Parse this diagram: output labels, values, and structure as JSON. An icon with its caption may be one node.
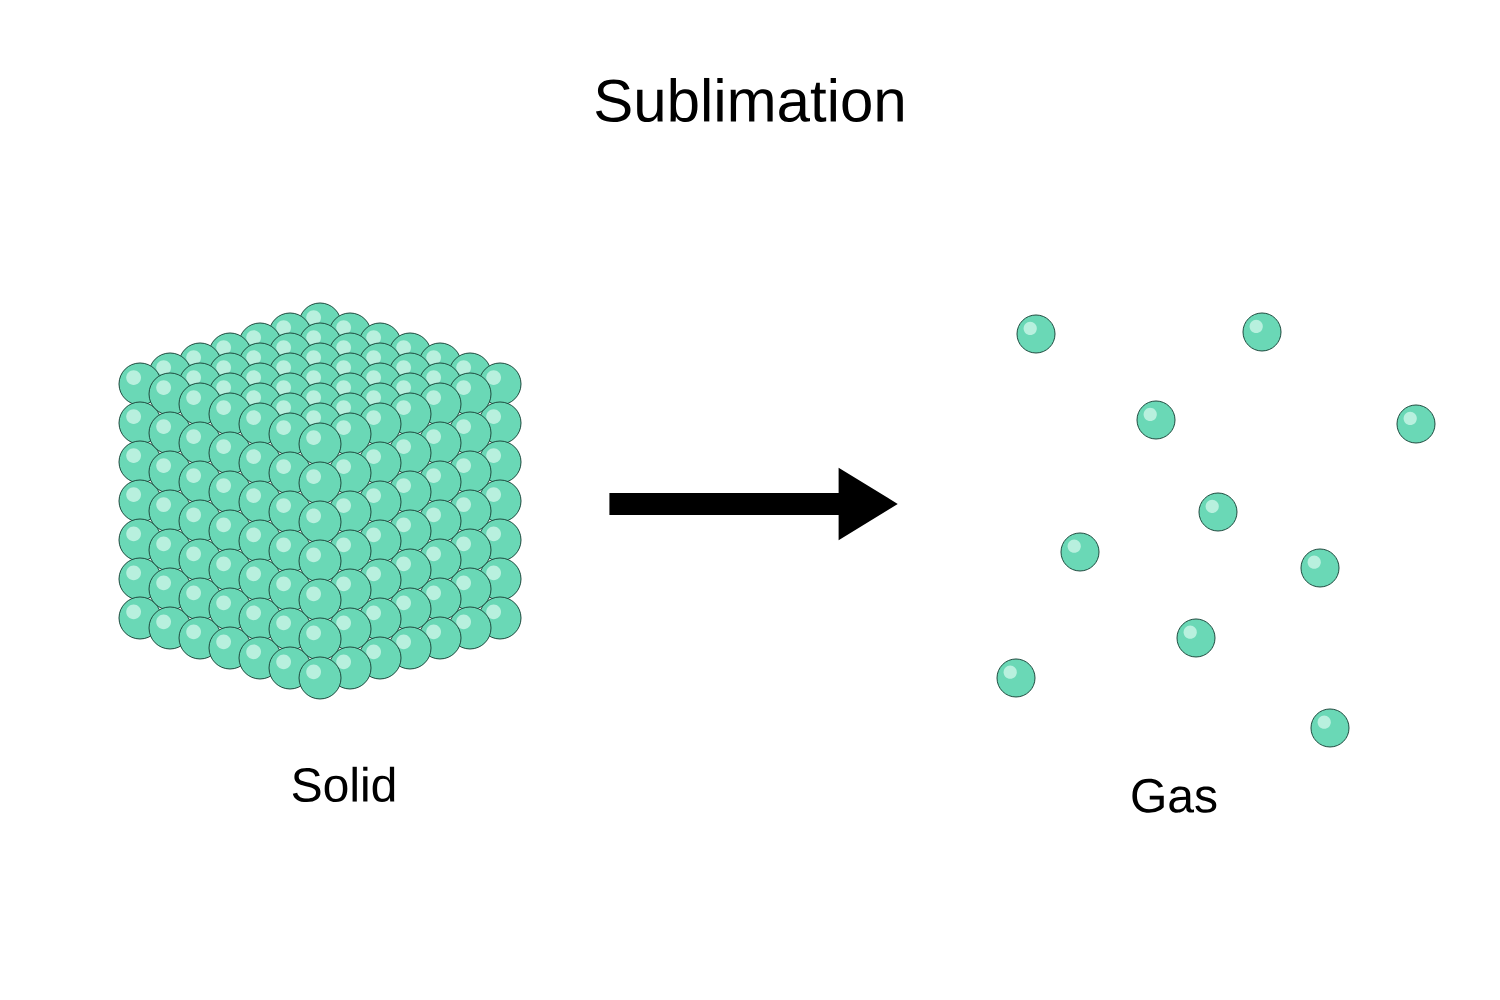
{
  "diagram": {
    "title": "Sublimation",
    "nodes": [
      {
        "text": [
          "Solid"
        ]
      },
      {
        "text": [
          "Gas"
        ]
      }
    ],
    "edges": [
      {
        "from": 0,
        "to": 1,
        "arrow": "to"
      }
    ]
  }
}
